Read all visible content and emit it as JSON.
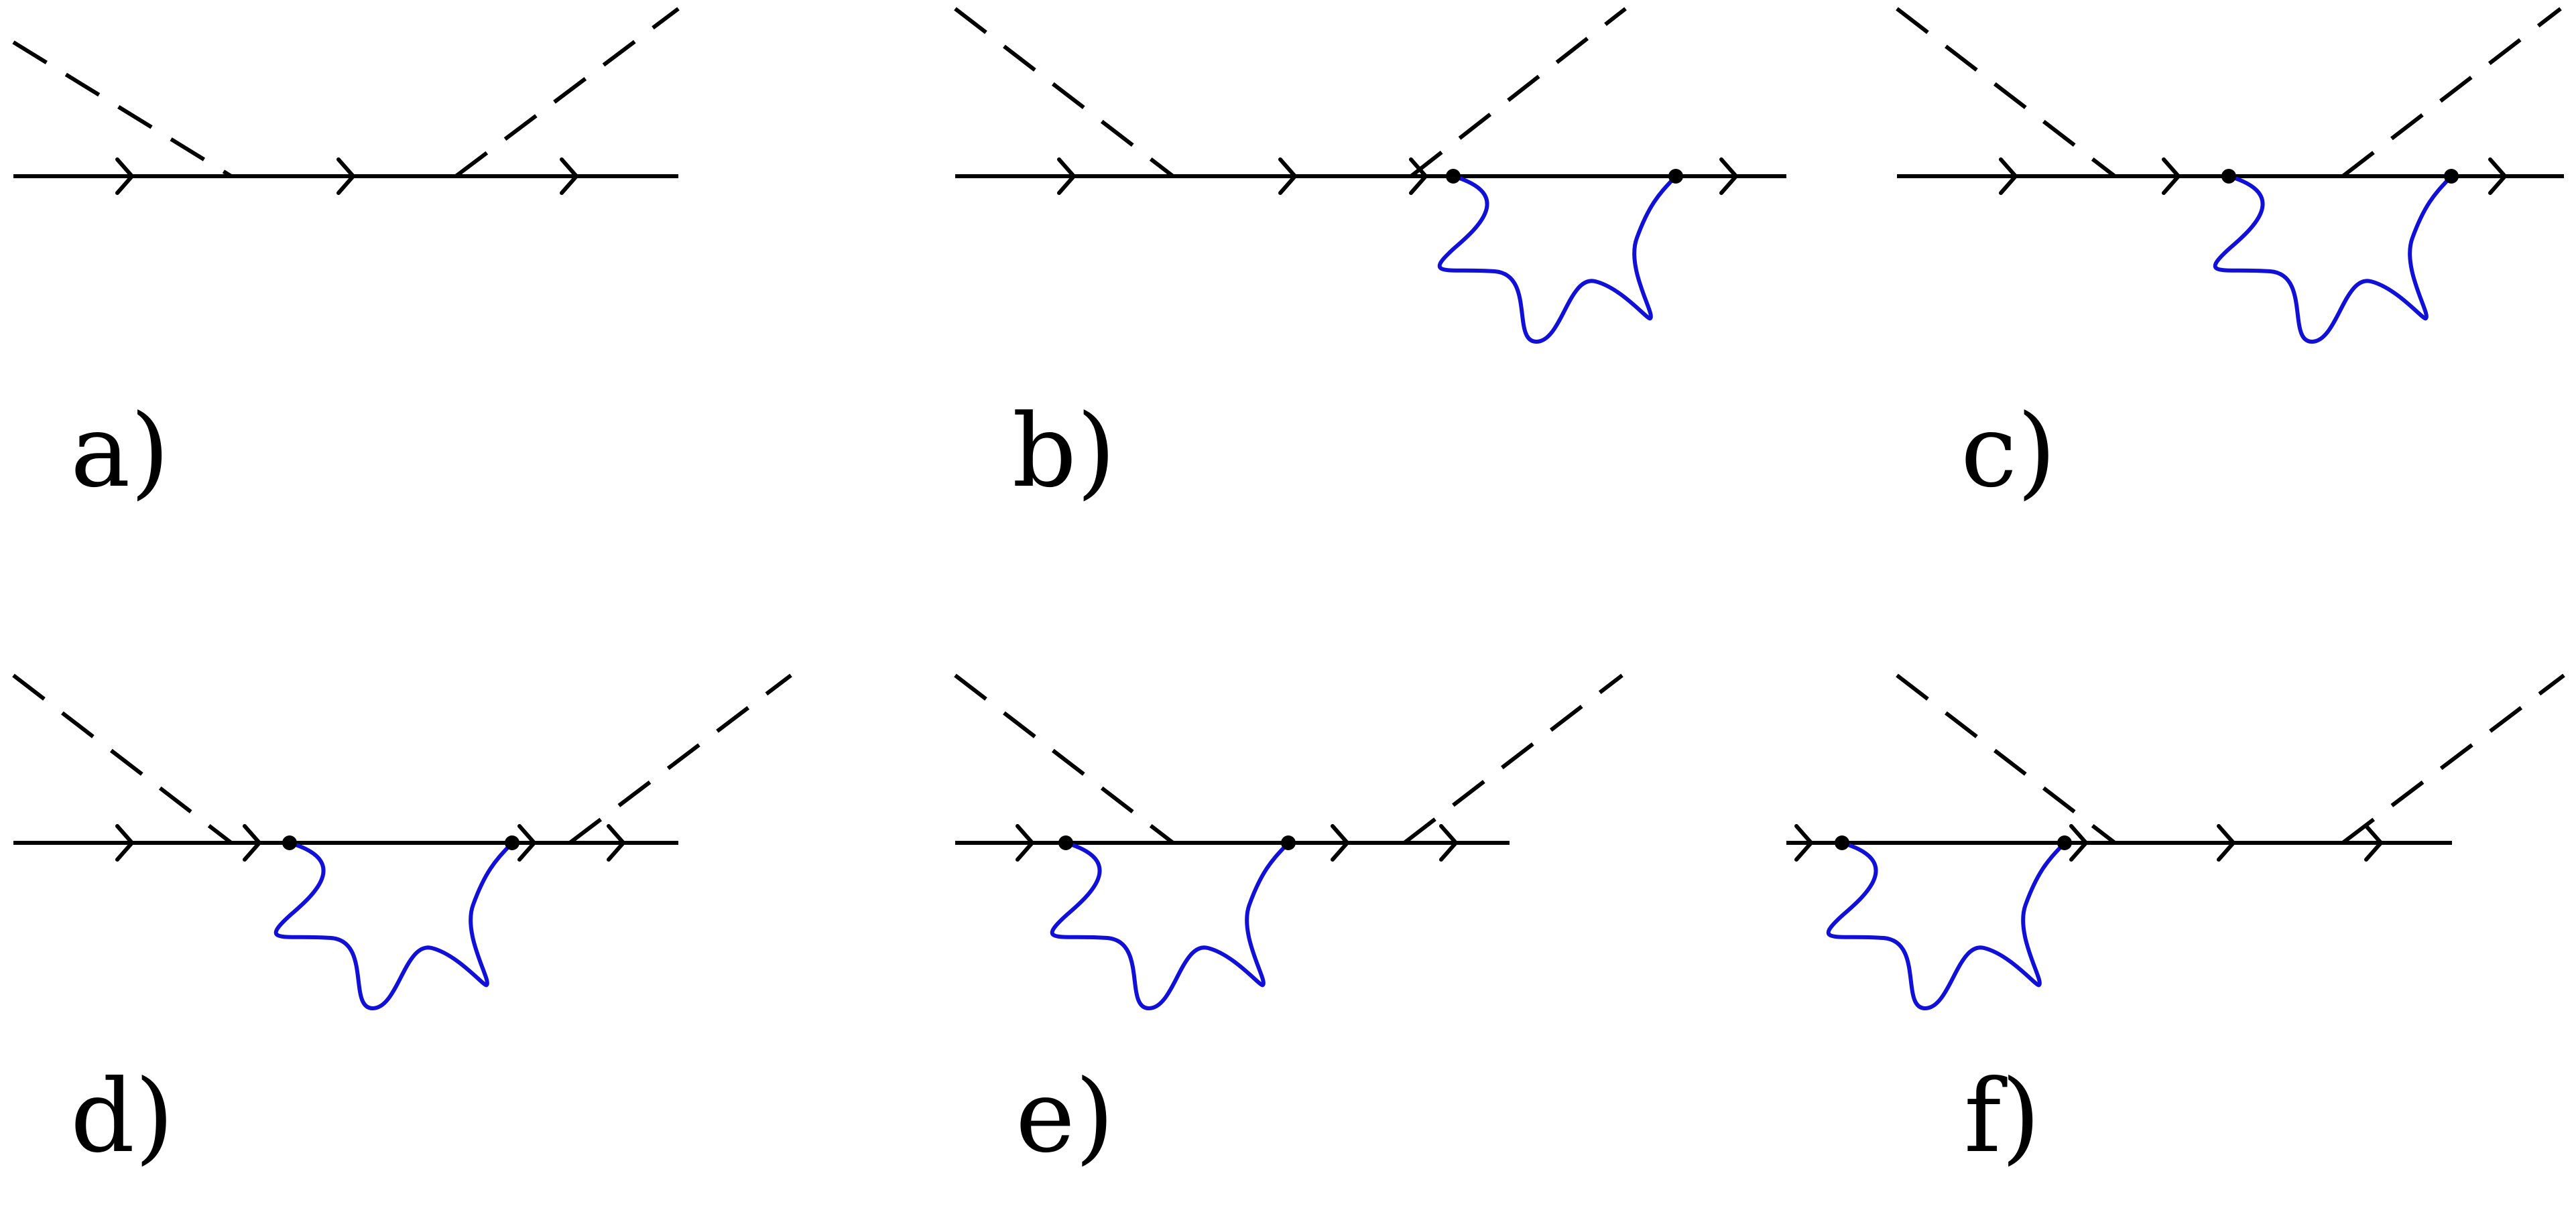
{
  "panels": [
    {
      "id": "a",
      "label": "a)",
      "photon_loop": false
    },
    {
      "id": "b",
      "label": "b)",
      "photon_loop": true
    },
    {
      "id": "c",
      "label": "c)",
      "photon_loop": true
    },
    {
      "id": "d",
      "label": "d)",
      "photon_loop": true
    },
    {
      "id": "e",
      "label": "e)",
      "photon_loop": true
    },
    {
      "id": "f",
      "label": "f)",
      "photon_loop": true
    }
  ],
  "colors": {
    "fermion_line": "#000000",
    "scalar_line": "#000000",
    "photon_line": "#1010d8",
    "vertex": "#000000",
    "background": "#ffffff"
  },
  "line_styles": {
    "fermion": "solid-with-arrows",
    "scalar": "dashed",
    "photon": "wavy"
  }
}
